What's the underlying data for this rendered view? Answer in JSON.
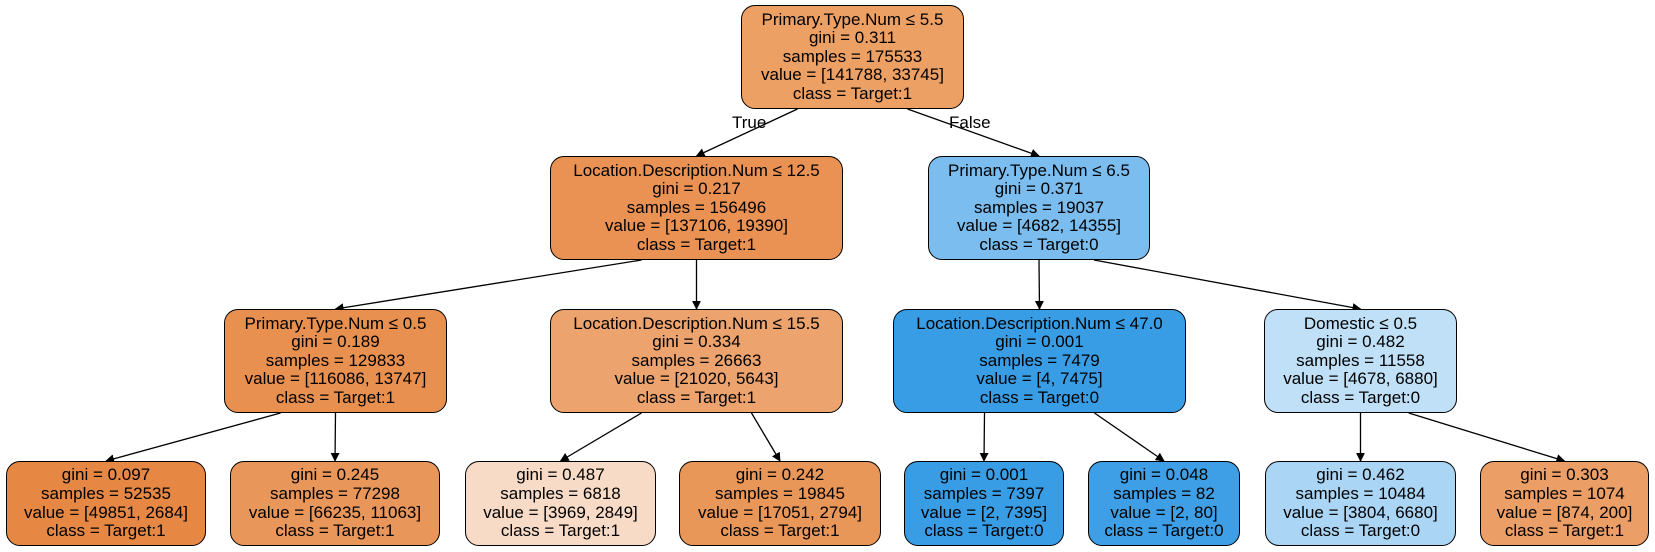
{
  "nodes": {
    "n0": {
      "rule": "Primary.Type.Num ≤ 5.5",
      "gini": "gini = 0.311",
      "samples": "samples = 175533",
      "value": "value = [141788, 33745]",
      "class": "class = Target:1",
      "fill": "#eda063"
    },
    "n1": {
      "rule": "Location.Description.Num ≤ 12.5",
      "gini": "gini = 0.217",
      "samples": "samples = 156496",
      "value": "value = [137106, 19390]",
      "class": "class = Target:1",
      "fill": "#e99254"
    },
    "n2": {
      "rule": "Primary.Type.Num ≤ 6.5",
      "gini": "gini = 0.371",
      "samples": "samples = 19037",
      "value": "value = [4682, 14355]",
      "class": "class = Target:0",
      "fill": "#7abdee"
    },
    "n3": {
      "rule": "Primary.Type.Num ≤ 0.5",
      "gini": "gini = 0.189",
      "samples": "samples = 129833",
      "value": "value = [116086, 13747]",
      "class": "class = Target:1",
      "fill": "#e89050"
    },
    "n4": {
      "rule": "Location.Description.Num ≤ 15.5",
      "gini": "gini = 0.334",
      "samples": "samples = 26663",
      "value": "value = [21020, 5643]",
      "class": "class = Target:1",
      "fill": "#eca36e"
    },
    "n5": {
      "rule": "Location.Description.Num ≤ 47.0",
      "gini": "gini = 0.001",
      "samples": "samples = 7479",
      "value": "value = [4, 7475]",
      "class": "class = Target:0",
      "fill": "#399de5"
    },
    "n6": {
      "rule": "Domestic ≤ 0.5",
      "gini": "gini = 0.482",
      "samples": "samples = 11558",
      "value": "value = [4678, 6880]",
      "class": "class = Target:0",
      "fill": "#c0e0f7"
    },
    "n7": {
      "gini": "gini = 0.097",
      "samples": "samples = 52535",
      "value": "value = [49851, 2684]",
      "class": "class = Target:1",
      "fill": "#e68844"
    },
    "n8": {
      "gini": "gini = 0.245",
      "samples": "samples = 77298",
      "value": "value = [66235, 11063]",
      "class": "class = Target:1",
      "fill": "#e9965a"
    },
    "n9": {
      "gini": "gini = 0.487",
      "samples": "samples = 6818",
      "value": "value = [3969, 2849]",
      "class": "class = Target:1",
      "fill": "#f8dbc7"
    },
    "n10": {
      "gini": "gini = 0.242",
      "samples": "samples = 19845",
      "value": "value = [17051, 2794]",
      "class": "class = Target:1",
      "fill": "#e99659"
    },
    "n11": {
      "gini": "gini = 0.001",
      "samples": "samples = 7397",
      "value": "value = [2, 7395]",
      "class": "class = Target:0",
      "fill": "#399de5"
    },
    "n12": {
      "gini": "gini = 0.048",
      "samples": "samples = 82",
      "value": "value = [2, 80]",
      "class": "class = Target:0",
      "fill": "#3e9fe6"
    },
    "n13": {
      "gini": "gini = 0.462",
      "samples": "samples = 10484",
      "value": "value = [3804, 6680]",
      "class": "class = Target:0",
      "fill": "#aad5f4"
    },
    "n14": {
      "gini": "gini = 0.303",
      "samples": "samples = 1074",
      "value": "value = [874, 200]",
      "class": "class = Target:1",
      "fill": "#eb9e66"
    }
  },
  "edges": [
    {
      "from": "n0",
      "to": "n1",
      "label": "True"
    },
    {
      "from": "n0",
      "to": "n2",
      "label": "False"
    },
    {
      "from": "n1",
      "to": "n3"
    },
    {
      "from": "n1",
      "to": "n4"
    },
    {
      "from": "n2",
      "to": "n5"
    },
    {
      "from": "n2",
      "to": "n6"
    },
    {
      "from": "n3",
      "to": "n7"
    },
    {
      "from": "n3",
      "to": "n8"
    },
    {
      "from": "n4",
      "to": "n9"
    },
    {
      "from": "n4",
      "to": "n10"
    },
    {
      "from": "n5",
      "to": "n11"
    },
    {
      "from": "n5",
      "to": "n12"
    },
    {
      "from": "n6",
      "to": "n13"
    },
    {
      "from": "n6",
      "to": "n14"
    }
  ]
}
